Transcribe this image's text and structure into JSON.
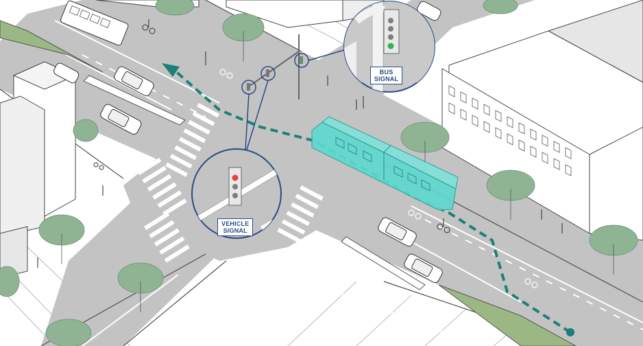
{
  "diagram": {
    "type": "isometric street intersection illustration",
    "theme": "transit signal priority",
    "colors": {
      "road": "#c3c3c3",
      "sidewalk": "#ffffff",
      "lines": "#555555",
      "bus_highlight": "#5fd8cf",
      "bus_path": "#1b8078",
      "callout_stroke": "#2b4a86",
      "tree": "#8fb494",
      "median_grass": "#9bb884",
      "signal_red": "#e8413a",
      "signal_green": "#2fb34a",
      "signal_off": "#7a7f85"
    }
  },
  "callouts": {
    "bus_signal": {
      "line1": "BUS",
      "line2": "SIGNAL",
      "active_light": "green",
      "lights": [
        "off",
        "off",
        "off",
        "green"
      ]
    },
    "vehicle_signal": {
      "line1": "VEHICLE",
      "line2": "SIGNAL",
      "active_light": "red",
      "lights": [
        "red",
        "off",
        "off"
      ]
    }
  },
  "elements": {
    "bus": "articulated bus (highlighted teal)",
    "bus_path": "dashed teal route line with arrow, from lower-right through intersection to upper-left",
    "signals_marked": 3
  }
}
